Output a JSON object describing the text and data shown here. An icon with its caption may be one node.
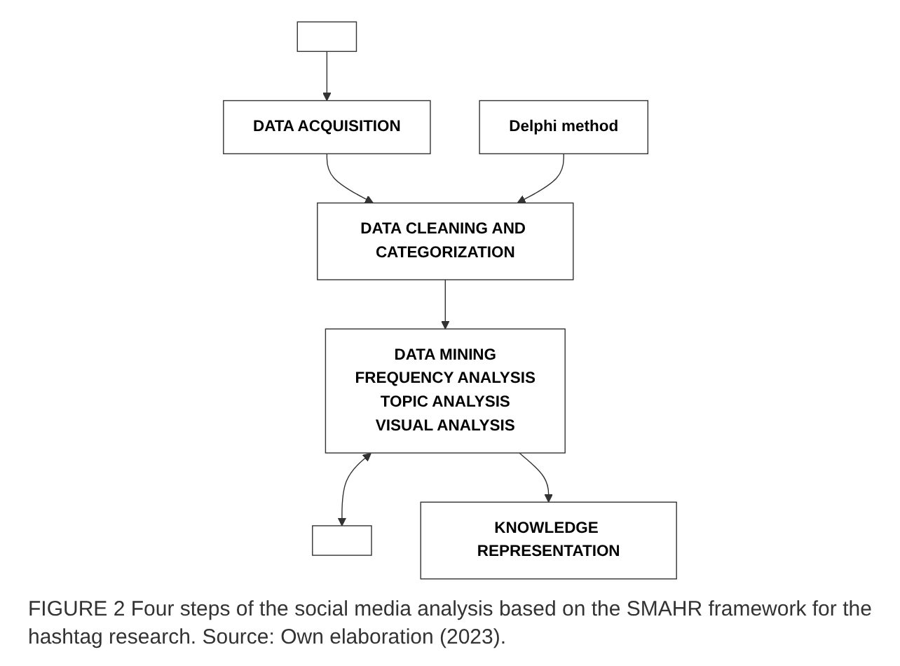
{
  "diagram": {
    "nodes": [
      {
        "text": [
          "DATA ACQUISITION"
        ]
      },
      {
        "text": [],
        "shape": "box"
      },
      {
        "text": [
          "DATA CLEANING AND CATEGORIZATION"
        ]
      },
      {
        "text": [
          "Delphi method"
        ]
      },
      {
        "text": [
          "DATA MINING",
          "FREQUENCY ANALYSIS",
          "TOPIC ANALYSIS",
          "VISUAL ANALYSIS"
        ]
      },
      {
        "text": [],
        "shape": "box"
      },
      {
        "text": [
          "KNOWLEDGE REPRESENTATION"
        ]
      }
    ],
    "edges": [
      {
        "from": 1,
        "to": 0,
        "arrow": "to"
      },
      {
        "from": 0,
        "to": 2,
        "arrow": "to"
      },
      {
        "from": 3,
        "to": 2,
        "arrow": "to"
      },
      {
        "from": 2,
        "to": 4,
        "arrow": "to"
      },
      {
        "from": 4,
        "to": 5,
        "arrow": "both"
      },
      {
        "from": 4,
        "to": 6,
        "arrow": "to"
      }
    ],
    "caption": "FIGURE 2 Four steps of the social media analysis based on the SMAHR framework for the hashtag research. Source: Own elaboration (2023)."
  }
}
